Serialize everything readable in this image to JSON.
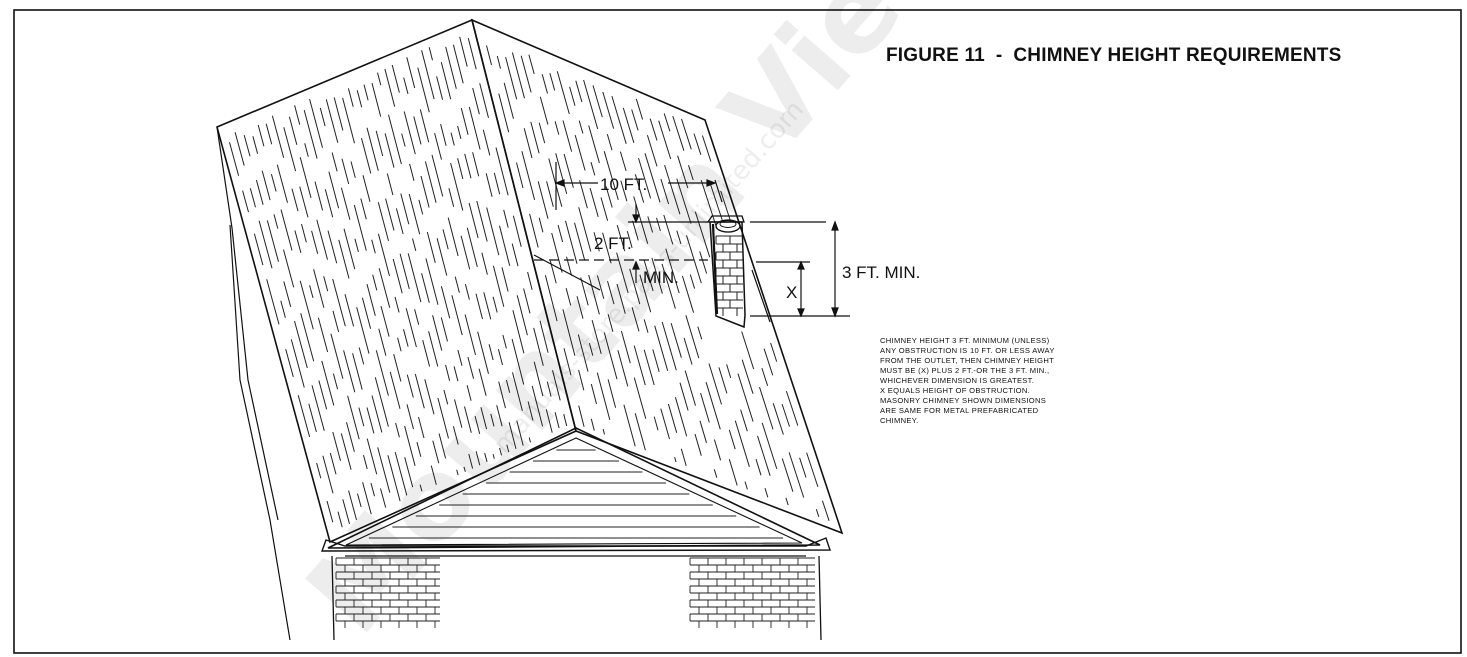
{
  "figure": {
    "title": "FIGURE 11  -  CHIMNEY HEIGHT REQUIREMENTS"
  },
  "dimensions": {
    "horizontal_distance": "10 FT.",
    "above_obstruction": "2 FT.",
    "above_obstruction_min": "MIN.",
    "obstruction_height": "X",
    "chimney_min": "3 FT. MIN."
  },
  "note": {
    "lines": [
      "CHIMNEY HEIGHT 3 FT. MINIMUM (UNLESS)",
      "ANY OBSTRUCTION IS 10 FT. OR LESS AWAY",
      "FROM THE OUTLET, THEN CHIMNEY HEIGHT",
      "MUST BE (X) PLUS 2 FT.-OR THE 3 FT. MIN.,",
      "WHICHEVER DIMENSION IS GREATEST.",
      "X EQUALS HEIGHT OF OBSTRUCTION.",
      "MASONRY CHIMNEY SHOWN DIMENSIONS",
      "ARE SAME FOR METAL PREFABRICATED",
      "CHIMNEY."
    ]
  },
  "watermark": {
    "main": "Mountain View Hearth",
    "secondary": "manuals-store.parts-unlimited.com"
  },
  "colors": {
    "ink": "#111111",
    "background": "#ffffff"
  }
}
